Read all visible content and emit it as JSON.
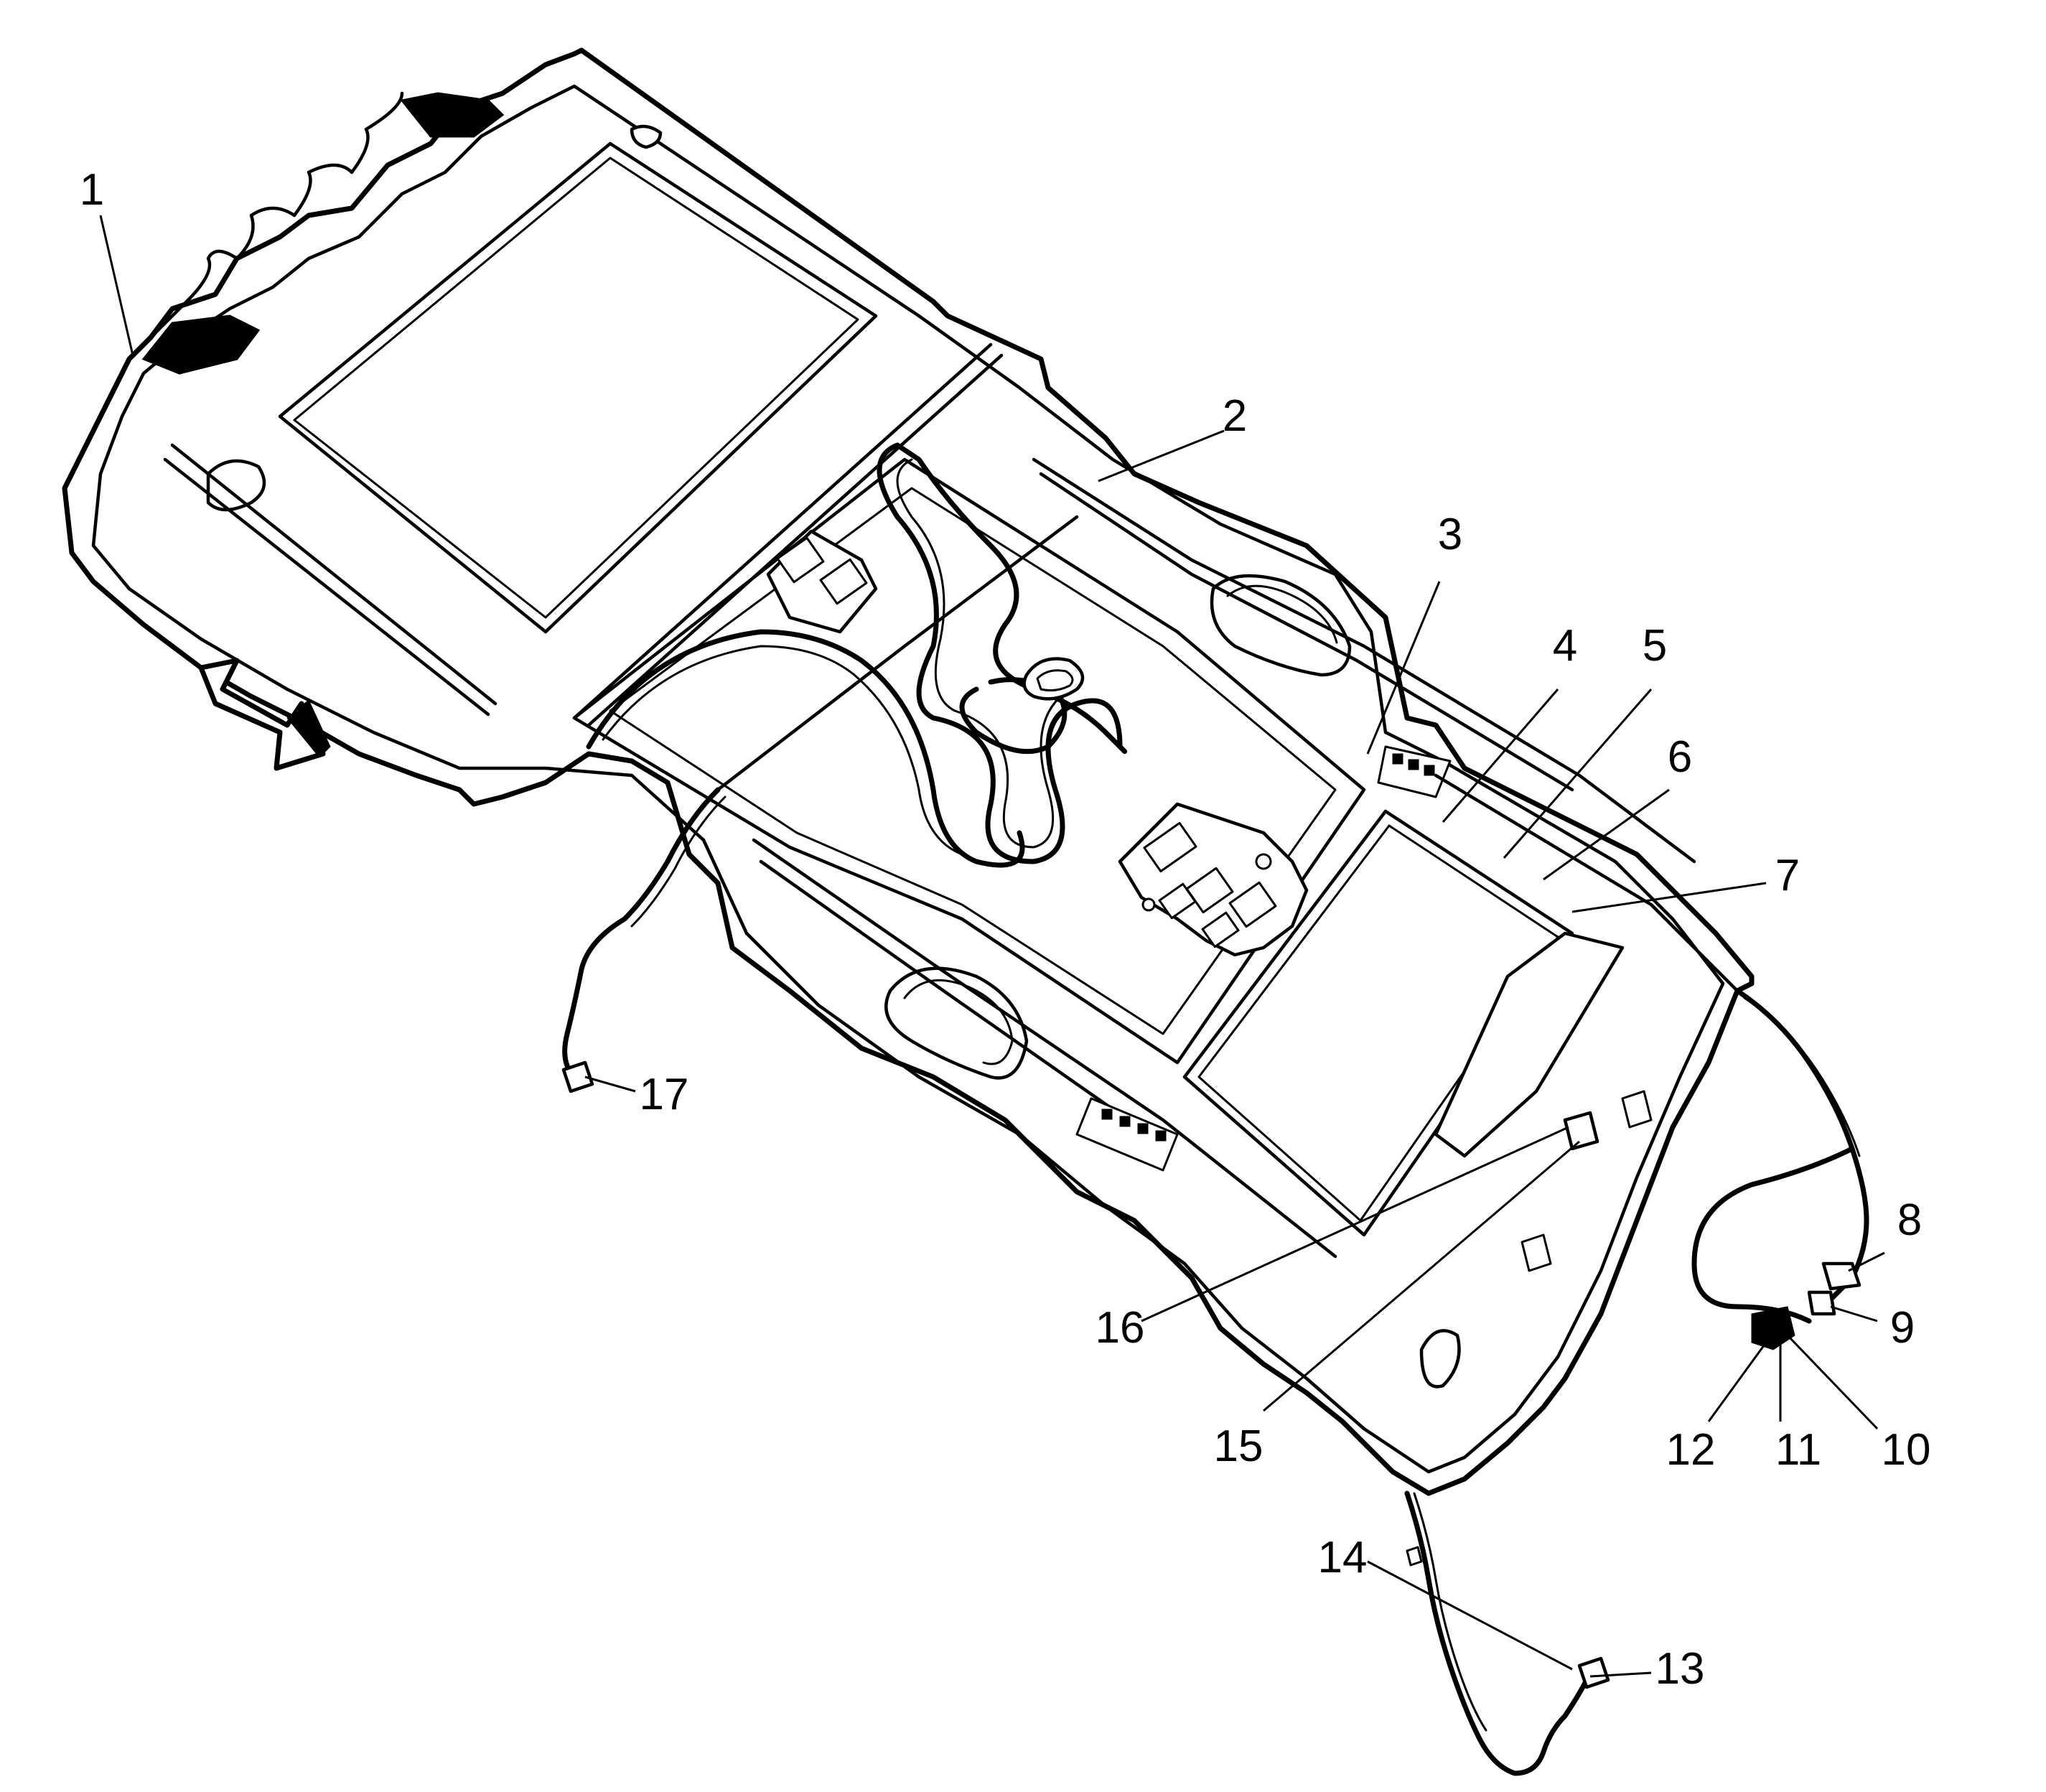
{
  "callouts": [
    {
      "id": 1,
      "label": "1"
    },
    {
      "id": 2,
      "label": "2"
    },
    {
      "id": 3,
      "label": "3"
    },
    {
      "id": 4,
      "label": "4"
    },
    {
      "id": 5,
      "label": "5"
    },
    {
      "id": 6,
      "label": "6"
    },
    {
      "id": 7,
      "label": "7"
    },
    {
      "id": 8,
      "label": "8"
    },
    {
      "id": 9,
      "label": "9"
    },
    {
      "id": 10,
      "label": "10"
    },
    {
      "id": 11,
      "label": "11"
    },
    {
      "id": 12,
      "label": "12"
    },
    {
      "id": 13,
      "label": "13"
    },
    {
      "id": 14,
      "label": "14"
    },
    {
      "id": 15,
      "label": "15"
    },
    {
      "id": 16,
      "label": "16"
    },
    {
      "id": 17,
      "label": "17"
    }
  ],
  "colors": {
    "line": "#000000",
    "background": "#ffffff"
  },
  "icons": {
    "direction_arrow": "front-direction-arrow-icon"
  }
}
